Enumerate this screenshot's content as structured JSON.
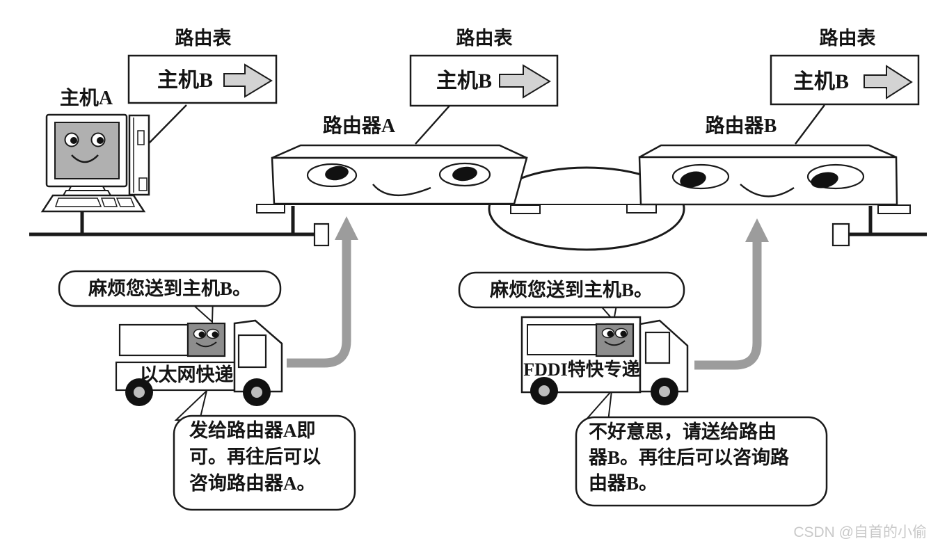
{
  "watermark": "CSDN @自首的小偷",
  "nodes": {
    "host_a_label": "主机A",
    "router_a_label": "路由器A",
    "router_b_label": "路由器B"
  },
  "routing_tables": [
    {
      "title": "路由表",
      "destination": "主机B"
    },
    {
      "title": "路由表",
      "destination": "主机B"
    },
    {
      "title": "路由表",
      "destination": "主机B"
    }
  ],
  "trucks": [
    {
      "label": "以太网快递"
    },
    {
      "label": "FDDI特快专递"
    }
  ],
  "bubbles": {
    "request_left": "麻烦您送到主机B。",
    "request_right": "麻烦您送到主机B。",
    "reply_left": [
      "发给路由器A即",
      "可。再往后可以",
      "咨询路由器A。"
    ],
    "reply_right": [
      "不好意思，请送给路由",
      "器B。再往后可以咨询路",
      "由器B。"
    ]
  },
  "colors": {
    "screen_gray": "#b0b0b0",
    "face_box_gray": "#8d8d8d",
    "packet_arrow_gray": "#9c9c9c",
    "table_arrow_fill": "#d3d3d3",
    "watermark_gray": "#c9c9c9"
  }
}
